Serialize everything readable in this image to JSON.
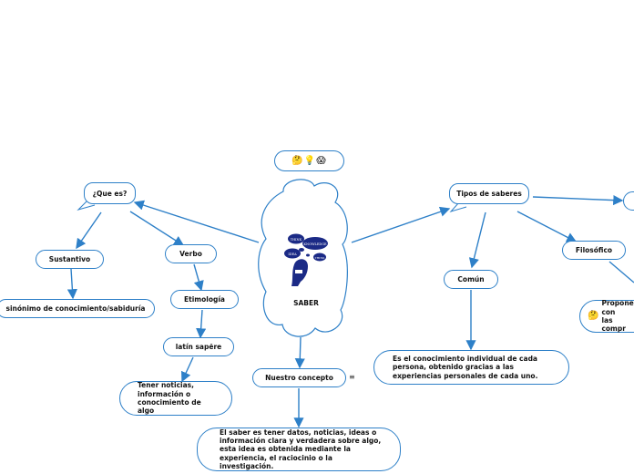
{
  "center": {
    "label": "SABER",
    "art_words": [
      "IDEA",
      "THINK",
      "KNOWLEDGE",
      "IDEA",
      "THINK"
    ]
  },
  "top_emojis": "🤔💡😱",
  "nodes": {
    "que_es": "¿Que es?",
    "sustantivo": "Sustantivo",
    "sinonimo": "sinónimo de conocimiento/sabiduría",
    "verbo": "Verbo",
    "etimologia": "Etimología",
    "latin": "latín sapĕre",
    "tener": "Tener noticias, información o conocimiento de algo",
    "nuestro_concepto": "Nuestro concepto",
    "saber_def": "El saber es tener datos, noticias, ideas o información clara y verdadera sobre algo, esta idea es obtenida mediante la experiencia, el raciocinio o la investigación.",
    "tipos": "Tipos de saberes",
    "comun": "Común",
    "comun_def": "Es el conocimiento individual de cada persona, obtenido gracias a las experiencias personales de cada uno.",
    "filosofico": "Filosófico",
    "propone": "Propone con las compr",
    "propone_emoji": "🤔"
  },
  "menu_icon": "≡",
  "colors": {
    "line": "#2e80c8",
    "text": "#111111",
    "art": "#1b2a86"
  }
}
